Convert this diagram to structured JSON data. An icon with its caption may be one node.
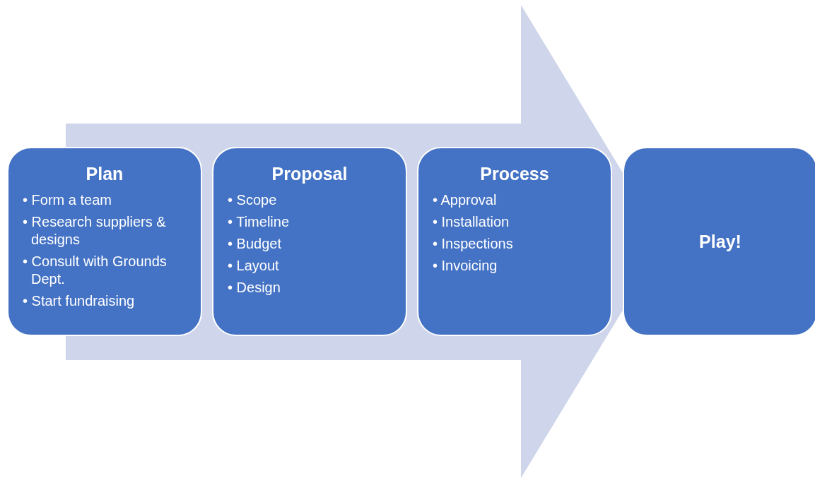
{
  "diagram": {
    "nodes": [
      {
        "text": [
          "Plan",
          "• Form a team",
          "• Research suppliers & designs",
          "• Consult with Grounds Dept.",
          "• Start fundraising"
        ]
      },
      {
        "text": [
          "Proposal",
          "• Scope",
          "• Timeline",
          "• Budget",
          "• Layout",
          "• Design"
        ]
      },
      {
        "text": [
          "Process",
          "• Approval",
          "• Installation",
          "• Inspections",
          "• Invoicing"
        ]
      },
      {
        "text": [
          "Play!"
        ]
      }
    ],
    "edges": [
      {
        "from": 0,
        "to": 3,
        "arrow": "to"
      }
    ]
  }
}
